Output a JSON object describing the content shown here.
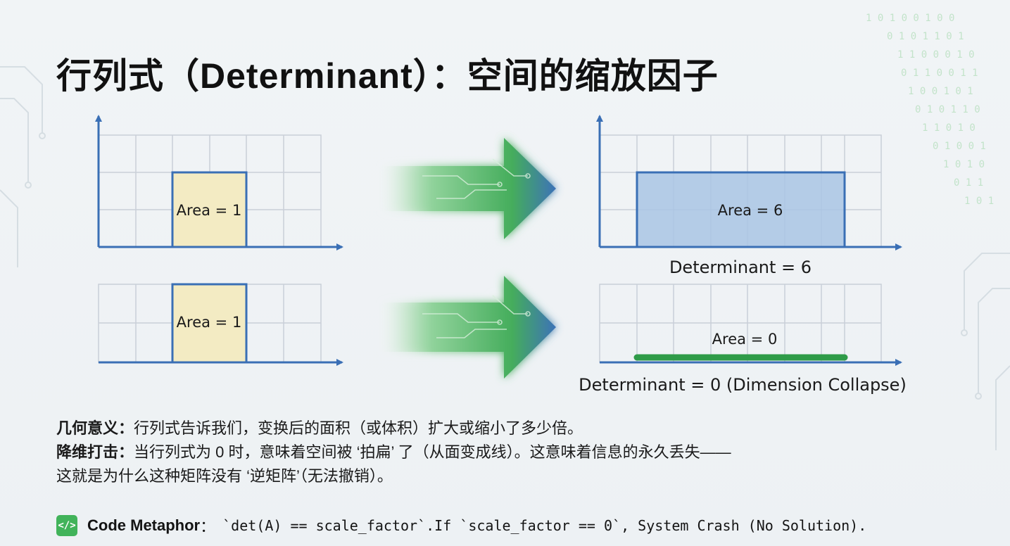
{
  "title": "行列式（Determinant）：空间的缩放因子",
  "diagram": {
    "top_left_area": "Area = 1",
    "top_right_area": "Area = 6",
    "top_right_det": "Determinant = 6",
    "bottom_left_area": "Area = 1",
    "bottom_right_area": "Area = 0",
    "bottom_right_det": "Determinant = 0 (Dimension Collapse)"
  },
  "colors": {
    "unit_square_fill": "#f3ebc3",
    "square_border": "#3a6fb5",
    "scaled_fill": "#a9c4e4",
    "collapse_line": "#2e9b48",
    "axis": "#3a6fb5",
    "grid": "#c9cfd8"
  },
  "text": {
    "line1_label": "几何意义：",
    "line1_body": "行列式告诉我们，变换后的面积（或体积）扩大或缩小了多少倍。",
    "line2_label": "降维打击：",
    "line2_body": "当行列式为 0 时，意味着空间被 ‘拍扁’ 了（从面变成线）。这意味着信息的永久丢失——",
    "line3_body": "这就是为什么这种矩阵没有 ‘逆矩阵’（无法撤销）。"
  },
  "code": {
    "icon": "code-icon",
    "label": "Code Metaphor",
    "colon": "：",
    "text": "`det(A) == scale_factor`.If `scale_factor == 0`, System Crash (No Solution)."
  }
}
